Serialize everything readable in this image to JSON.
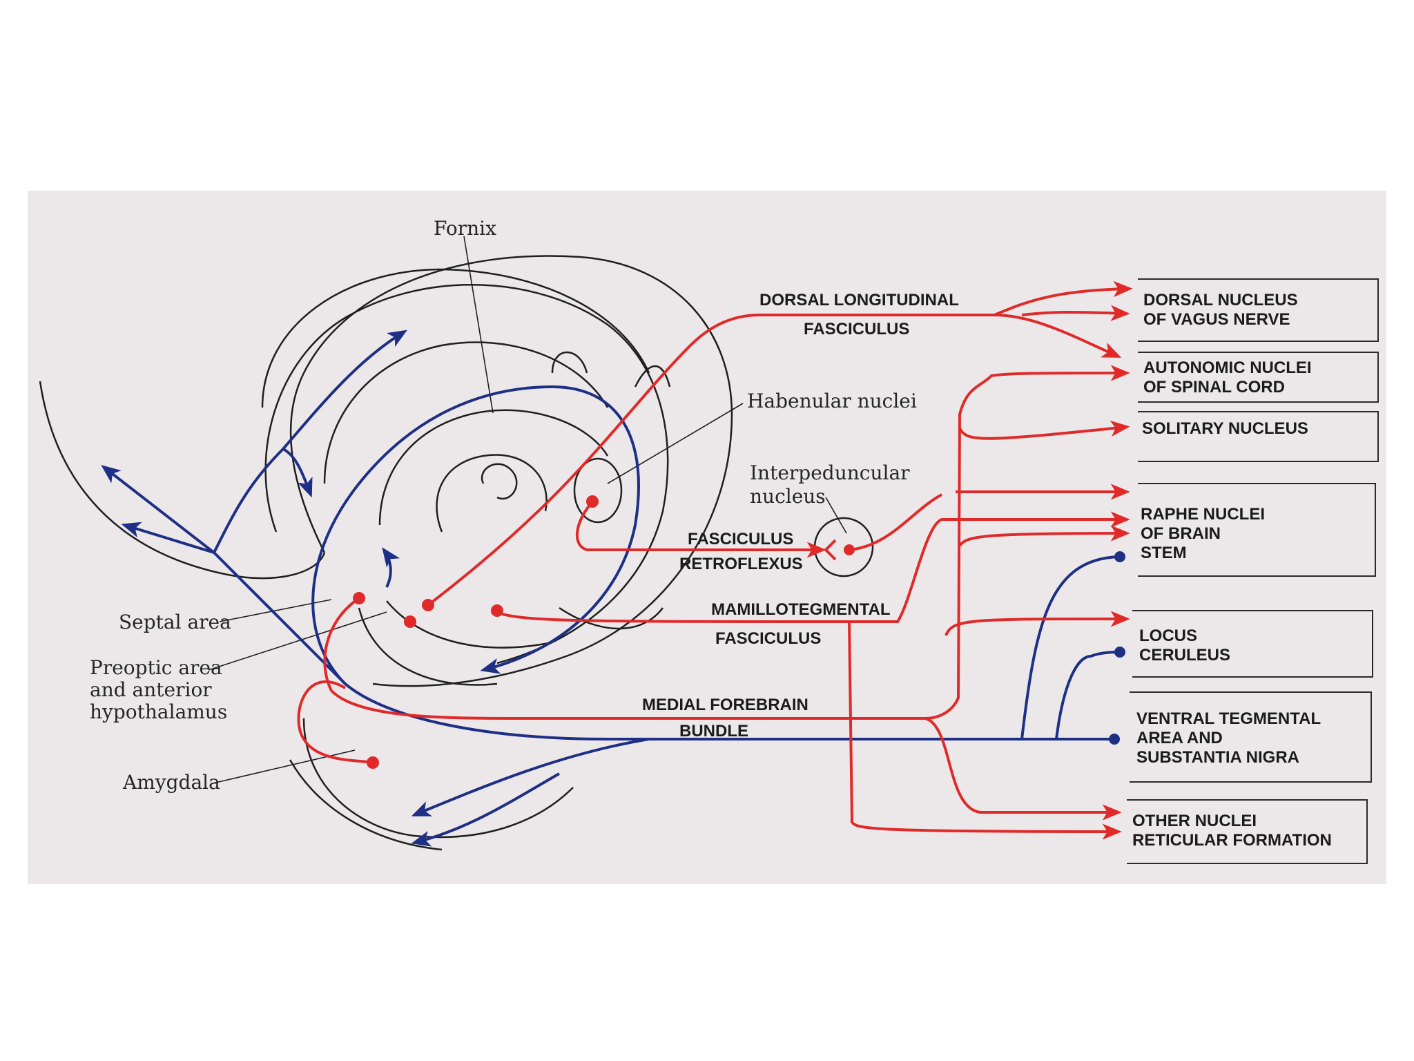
{
  "colors": {
    "red": "#e02a2a",
    "blue": "#1e2f86",
    "outline": "#1f1f1f",
    "paper": "#ece8e9"
  },
  "labels": {
    "fornix": "Fornix",
    "habenular": "Habenular nuclei",
    "interpeduncular_1": "Interpeduncular",
    "interpeduncular_2": "nucleus",
    "septal": "Septal area",
    "preoptic_1": "Preoptic area",
    "preoptic_2": "and anterior",
    "preoptic_3": "hypothalamus",
    "amygdala": "Amygdala"
  },
  "tracts": {
    "dlf_1": "DORSAL LONGITUDINAL",
    "dlf_2": "FASCICULUS",
    "fr_1": "FASCICULUS",
    "fr_2": "RETROFLEXUS",
    "mt_1": "MAMILLOTEGMENTAL",
    "mt_2": "FASCICULUS",
    "mfb_1": "MEDIAL FOREBRAIN",
    "mfb_2": "BUNDLE"
  },
  "targets": [
    {
      "lines": [
        "DORSAL NUCLEUS",
        "OF VAGUS NERVE"
      ]
    },
    {
      "lines": [
        "AUTONOMIC NUCLEI",
        "OF SPINAL CORD"
      ]
    },
    {
      "lines": [
        "SOLITARY NUCLEUS"
      ]
    },
    {
      "lines": [
        "RAPHE NUCLEI",
        "OF BRAIN",
        "STEM"
      ]
    },
    {
      "lines": [
        "LOCUS",
        "CERULEUS"
      ]
    },
    {
      "lines": [
        "VENTRAL TEGMENTAL",
        "AREA AND",
        "SUBSTANTIA NIGRA"
      ]
    },
    {
      "lines": [
        "OTHER NUCLEI",
        "RETICULAR FORMATION"
      ]
    }
  ]
}
